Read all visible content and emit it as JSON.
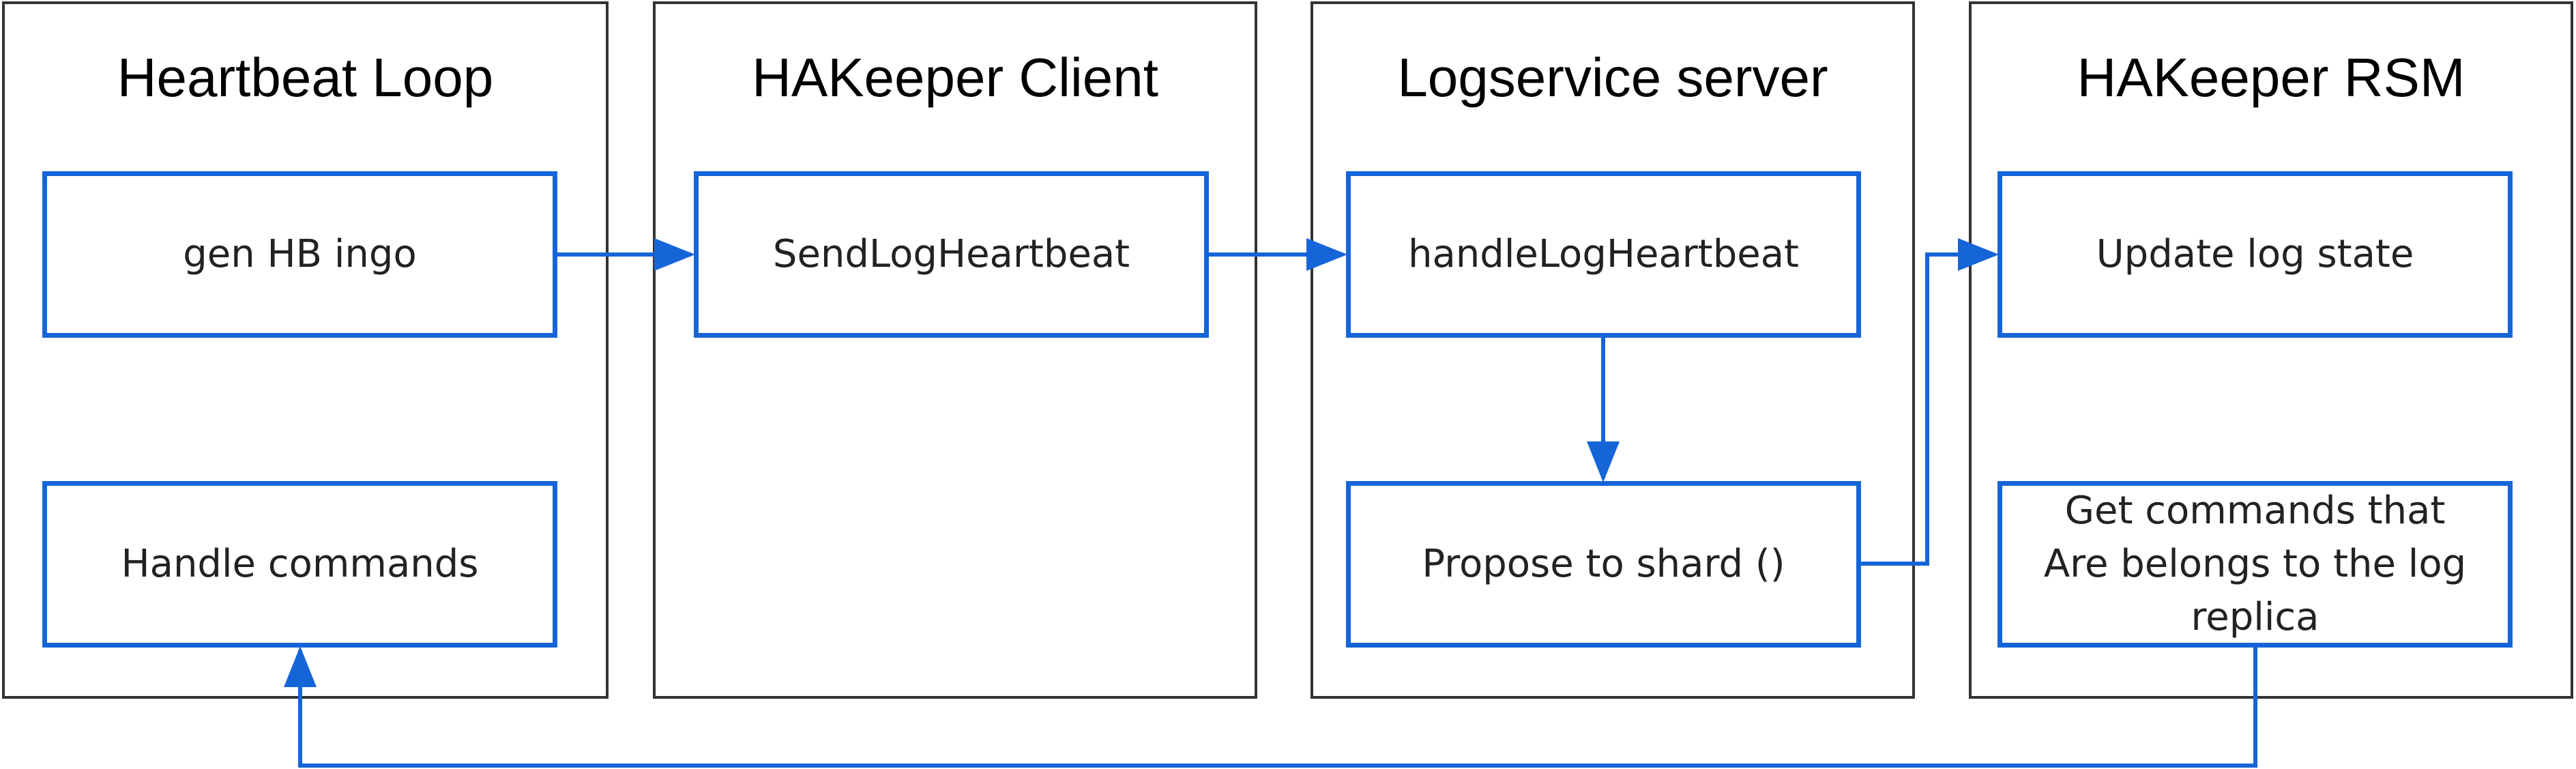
{
  "colors": {
    "accent": "#1565d8",
    "lane_border": "#333333",
    "text": "#000000"
  },
  "lanes": [
    {
      "title": "Heartbeat Loop"
    },
    {
      "title": "HAKeeper Client"
    },
    {
      "title": "Logservice server"
    },
    {
      "title": "HAKeeper RSM"
    }
  ],
  "nodes": {
    "gen_hb_info": "gen HB ingo",
    "handle_commands": "Handle commands",
    "send_log_heartbeat": "SendLogHeartbeat",
    "handle_log_heartbeat": "handleLogHeartbeat",
    "propose_to_shard": "Propose to shard ()",
    "update_log_state": "Update log state",
    "get_commands": {
      "line1": "Get commands that",
      "line2": "Are belongs to the log",
      "line3": "replica"
    }
  },
  "edges": [
    {
      "from": "gen_hb_info",
      "to": "send_log_heartbeat"
    },
    {
      "from": "send_log_heartbeat",
      "to": "handle_log_heartbeat"
    },
    {
      "from": "handle_log_heartbeat",
      "to": "propose_to_shard"
    },
    {
      "from": "propose_to_shard",
      "to": "update_log_state"
    },
    {
      "from": "get_commands",
      "to": "handle_commands"
    }
  ]
}
